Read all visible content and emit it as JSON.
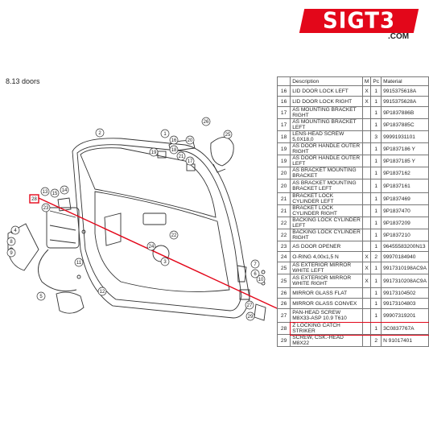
{
  "brand": {
    "logo_text": "SIGT3",
    "domain": ".COM",
    "accent_color": "#e3071a"
  },
  "section_title": "8.13  doors",
  "table": {
    "headers": {
      "pos": "",
      "description": "Description",
      "m": "M",
      "pc": "Pc",
      "material": "Material"
    },
    "rows": [
      {
        "pos": "16",
        "description": "LID DOOR LOCK LEFT",
        "m": "X",
        "pc": "1",
        "material": "9915375618A"
      },
      {
        "pos": "16",
        "description": "LID DOOR LOCK RIGHT",
        "m": "X",
        "pc": "1",
        "material": "9915375628A"
      },
      {
        "pos": "17",
        "description": "AS MOUNTING BRACKET RIGHT",
        "m": "",
        "pc": "1",
        "material": "9P1837886B"
      },
      {
        "pos": "17",
        "description": "AS MOUNTING BRACKET LEFT",
        "m": "",
        "pc": "1",
        "material": "9P1837885C"
      },
      {
        "pos": "18",
        "description": "LENS-HEAD SCREW 5,0X18,0",
        "m": "",
        "pc": "3",
        "material": "99991931101"
      },
      {
        "pos": "19",
        "description": "AS DOOR HANDLE OUTER RIGHT",
        "m": "",
        "pc": "1",
        "material": "9P1837186 Y"
      },
      {
        "pos": "19",
        "description": "AS DOOR HANDLE OUTER LEFT",
        "m": "",
        "pc": "1",
        "material": "9P1837185 Y"
      },
      {
        "pos": "20",
        "description": "AS BRACKET MOUNTING BRACKET",
        "m": "",
        "pc": "1",
        "material": "9P1837162"
      },
      {
        "pos": "20",
        "description": "AS BRACKET MOUNTING BRACKET LEFT",
        "m": "",
        "pc": "1",
        "material": "9P1837161"
      },
      {
        "pos": "21",
        "description": "BRACKET LOCK CYLINDER LEFT",
        "m": "",
        "pc": "1",
        "material": "9P1837469"
      },
      {
        "pos": "21",
        "description": "BRACKET LOCK CYLINDER RIGHT",
        "m": "",
        "pc": "1",
        "material": "9P1837470"
      },
      {
        "pos": "22",
        "description": "BACKING LOCK CYLINDER LEFT",
        "m": "",
        "pc": "1",
        "material": "9P1837209"
      },
      {
        "pos": "22",
        "description": "BACKING LOCK CYLINDER RIGHT",
        "m": "",
        "pc": "1",
        "material": "9P1837210"
      },
      {
        "pos": "23",
        "description": "AS DOOR OPENER",
        "m": "",
        "pc": "1",
        "material": "96455583200N13"
      },
      {
        "pos": "24",
        "description": "O-RING 4,00x1,5 N",
        "m": "X",
        "pc": "2",
        "material": "99970184940"
      },
      {
        "pos": "25",
        "description": "AS EXTERIOR MIRROR WHITE LEFT",
        "m": "X",
        "pc": "1",
        "material": "9917310198AC9A"
      },
      {
        "pos": "25",
        "description": "AS EXTERIOR MIRROR WHITE RIGHT",
        "m": "X",
        "pc": "1",
        "material": "9917310208AC9A"
      },
      {
        "pos": "26",
        "description": "MIRROR GLASS FLAT",
        "m": "",
        "pc": "1",
        "material": "99173104502"
      },
      {
        "pos": "26",
        "description": "MIRROR GLASS CONVEX",
        "m": "",
        "pc": "1",
        "material": "99173104803"
      },
      {
        "pos": "27",
        "description": "PAN-HEAD SCREW M8X33-ASP 10.9 T610",
        "m": "",
        "pc": "1",
        "material": "99907319201"
      },
      {
        "pos": "28",
        "description": "Z LOCKING CATCH STRIKER",
        "m": "",
        "pc": "1",
        "material": "3C0837767A"
      },
      {
        "pos": "29",
        "description": "SCREW, CSK.-HEAD M8X22",
        "m": "",
        "pc": "2",
        "material": "N  91017401"
      }
    ]
  },
  "callouts": [
    "1",
    "2",
    "3",
    "4",
    "5",
    "6",
    "7",
    "8",
    "9",
    "10",
    "11",
    "12",
    "13",
    "14",
    "15",
    "16",
    "17",
    "18",
    "19",
    "20",
    "21",
    "22",
    "23",
    "24",
    "25",
    "26",
    "27",
    "28",
    "29"
  ]
}
